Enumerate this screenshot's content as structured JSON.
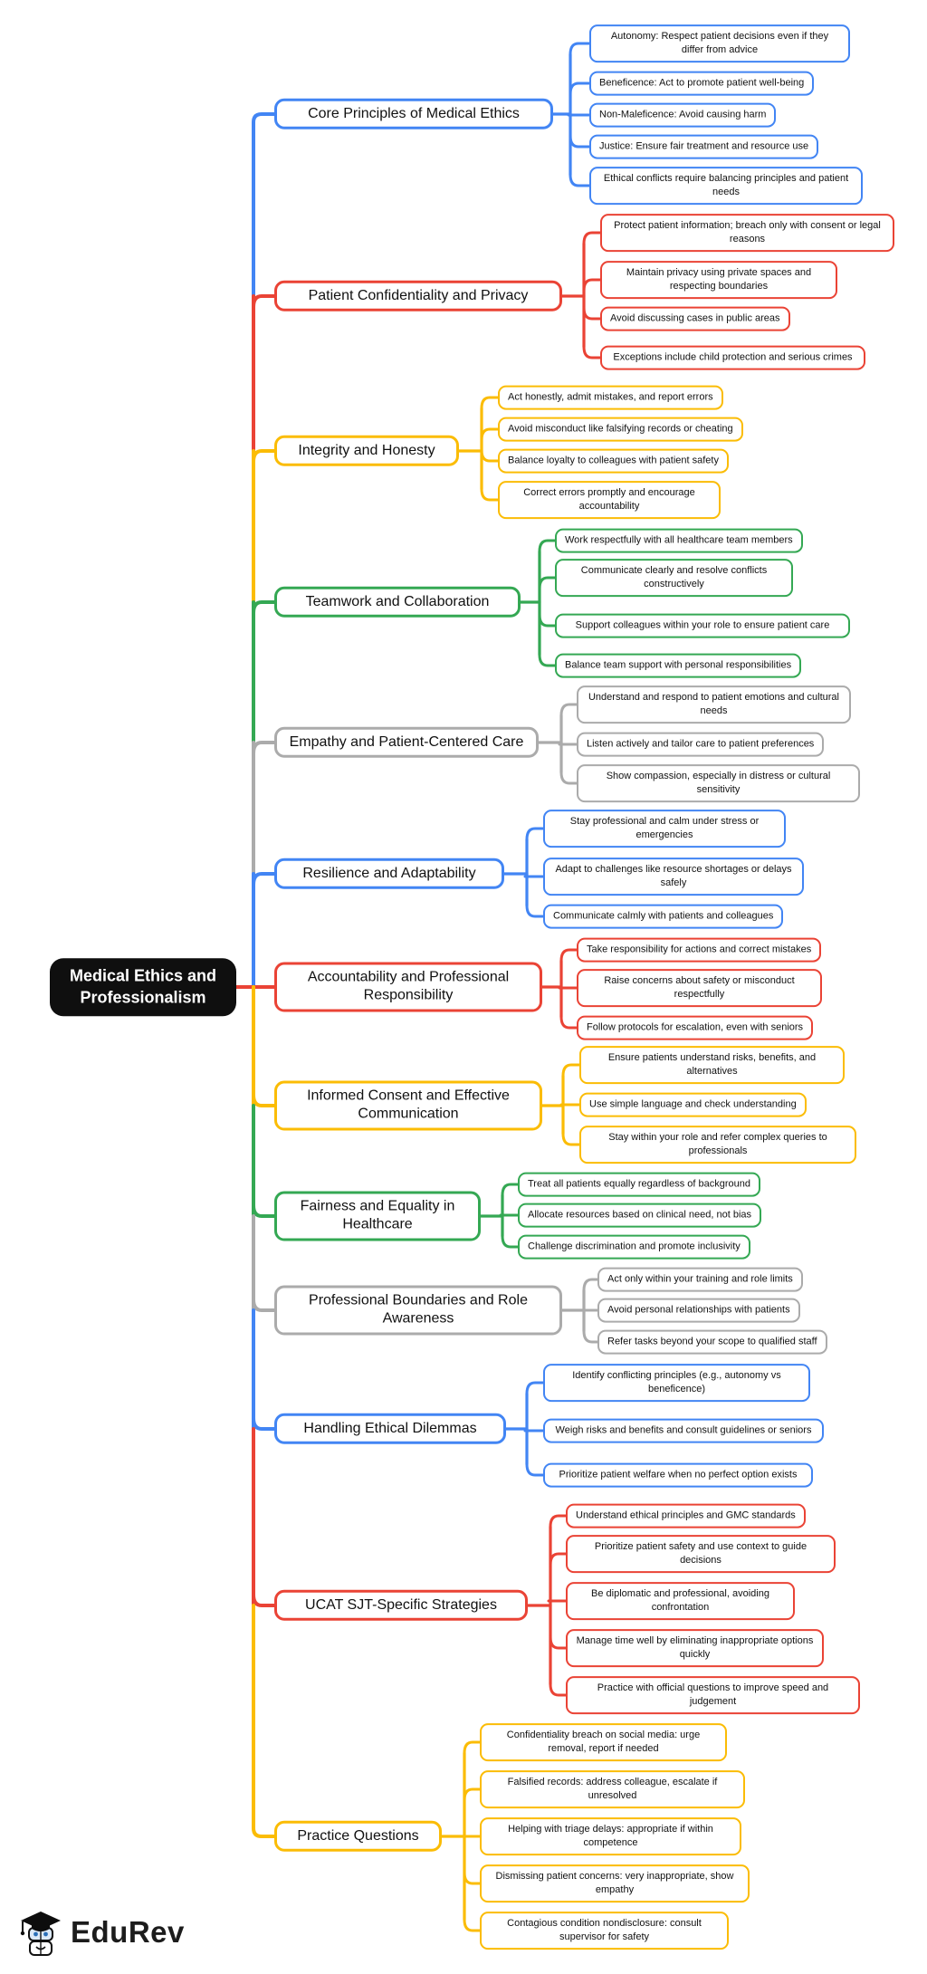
{
  "root": {
    "label": "Medical Ethics and Professionalism"
  },
  "palette": {
    "blue": "#4285F4",
    "red": "#EA4335",
    "yellow": "#FBBC05",
    "green": "#34A853",
    "gray": "#ABABAB",
    "root_bg": "#0F0F0F"
  },
  "branches": [
    {
      "label": "Core Principles of Medical Ethics",
      "color": "blue",
      "children": [
        "Autonomy: Respect patient decisions even if they differ from advice",
        "Beneficence: Act to promote patient well-being",
        "Non-Maleficence: Avoid causing harm",
        "Justice: Ensure fair treatment and resource use",
        "Ethical conflicts require balancing principles and patient needs"
      ]
    },
    {
      "label": "Patient Confidentiality and Privacy",
      "color": "red",
      "children": [
        "Protect patient information; breach only with consent or legal reasons",
        "Maintain privacy using private spaces and respecting boundaries",
        "Avoid discussing cases in public areas",
        "Exceptions include child protection and serious crimes"
      ]
    },
    {
      "label": "Integrity and Honesty",
      "color": "yellow",
      "children": [
        "Act honestly, admit mistakes, and report errors",
        "Avoid misconduct like falsifying records or cheating",
        "Balance loyalty to colleagues with patient safety",
        "Correct errors promptly and encourage accountability"
      ]
    },
    {
      "label": "Teamwork and Collaboration",
      "color": "green",
      "children": [
        "Work respectfully with all healthcare team members",
        "Communicate clearly and resolve conflicts constructively",
        "Support colleagues within your role to ensure patient care",
        "Balance team support with personal responsibilities"
      ]
    },
    {
      "label": "Empathy and Patient-Centered Care",
      "color": "gray",
      "children": [
        "Understand and respond to patient emotions and cultural needs",
        "Listen actively and tailor care to patient preferences",
        "Show compassion, especially in distress or cultural sensitivity"
      ]
    },
    {
      "label": "Resilience and Adaptability",
      "color": "blue",
      "children": [
        "Stay professional and calm under stress or emergencies",
        "Adapt to challenges like resource shortages or delays safely",
        "Communicate calmly with patients and colleagues"
      ]
    },
    {
      "label": "Accountability and Professional Responsibility",
      "color": "red",
      "children": [
        "Take responsibility for actions and correct mistakes",
        "Raise concerns about safety or misconduct respectfully",
        "Follow protocols for escalation, even with seniors"
      ]
    },
    {
      "label": "Informed Consent and Effective Communication",
      "color": "yellow",
      "children": [
        "Ensure patients understand risks, benefits, and alternatives",
        "Use simple language and check understanding",
        "Stay within your role and refer complex queries to professionals"
      ]
    },
    {
      "label": "Fairness and Equality in Healthcare",
      "color": "green",
      "children": [
        "Treat all patients equally regardless of background",
        "Allocate resources based on clinical need, not bias",
        "Challenge discrimination and promote inclusivity"
      ]
    },
    {
      "label": "Professional Boundaries and Role Awareness",
      "color": "gray",
      "children": [
        "Act only within your training and role limits",
        "Avoid personal relationships with patients",
        "Refer tasks beyond your scope to qualified staff"
      ]
    },
    {
      "label": "Handling Ethical Dilemmas",
      "color": "blue",
      "children": [
        "Identify conflicting principles (e.g., autonomy vs beneficence)",
        "Weigh risks and benefits and consult guidelines or seniors",
        "Prioritize patient welfare when no perfect option exists"
      ]
    },
    {
      "label": "UCAT SJT-Specific Strategies",
      "color": "red",
      "children": [
        "Understand ethical principles and GMC standards",
        "Prioritize patient safety and use context to guide decisions",
        "Be diplomatic and professional, avoiding confrontation",
        "Manage time well by eliminating inappropriate options quickly",
        "Practice with official questions to improve speed and judgement"
      ]
    },
    {
      "label": "Practice Questions",
      "color": "yellow",
      "children": [
        "Confidentiality breach on social media: urge removal, report if needed",
        "Falsified records: address colleague, escalate if unresolved",
        "Helping with triage delays: appropriate if within competence",
        "Dismissing patient concerns: very inappropriate, show empathy",
        "Contagious condition nondisclosure: consult supervisor for safety"
      ]
    }
  ],
  "logo": {
    "text": "EduRev"
  }
}
